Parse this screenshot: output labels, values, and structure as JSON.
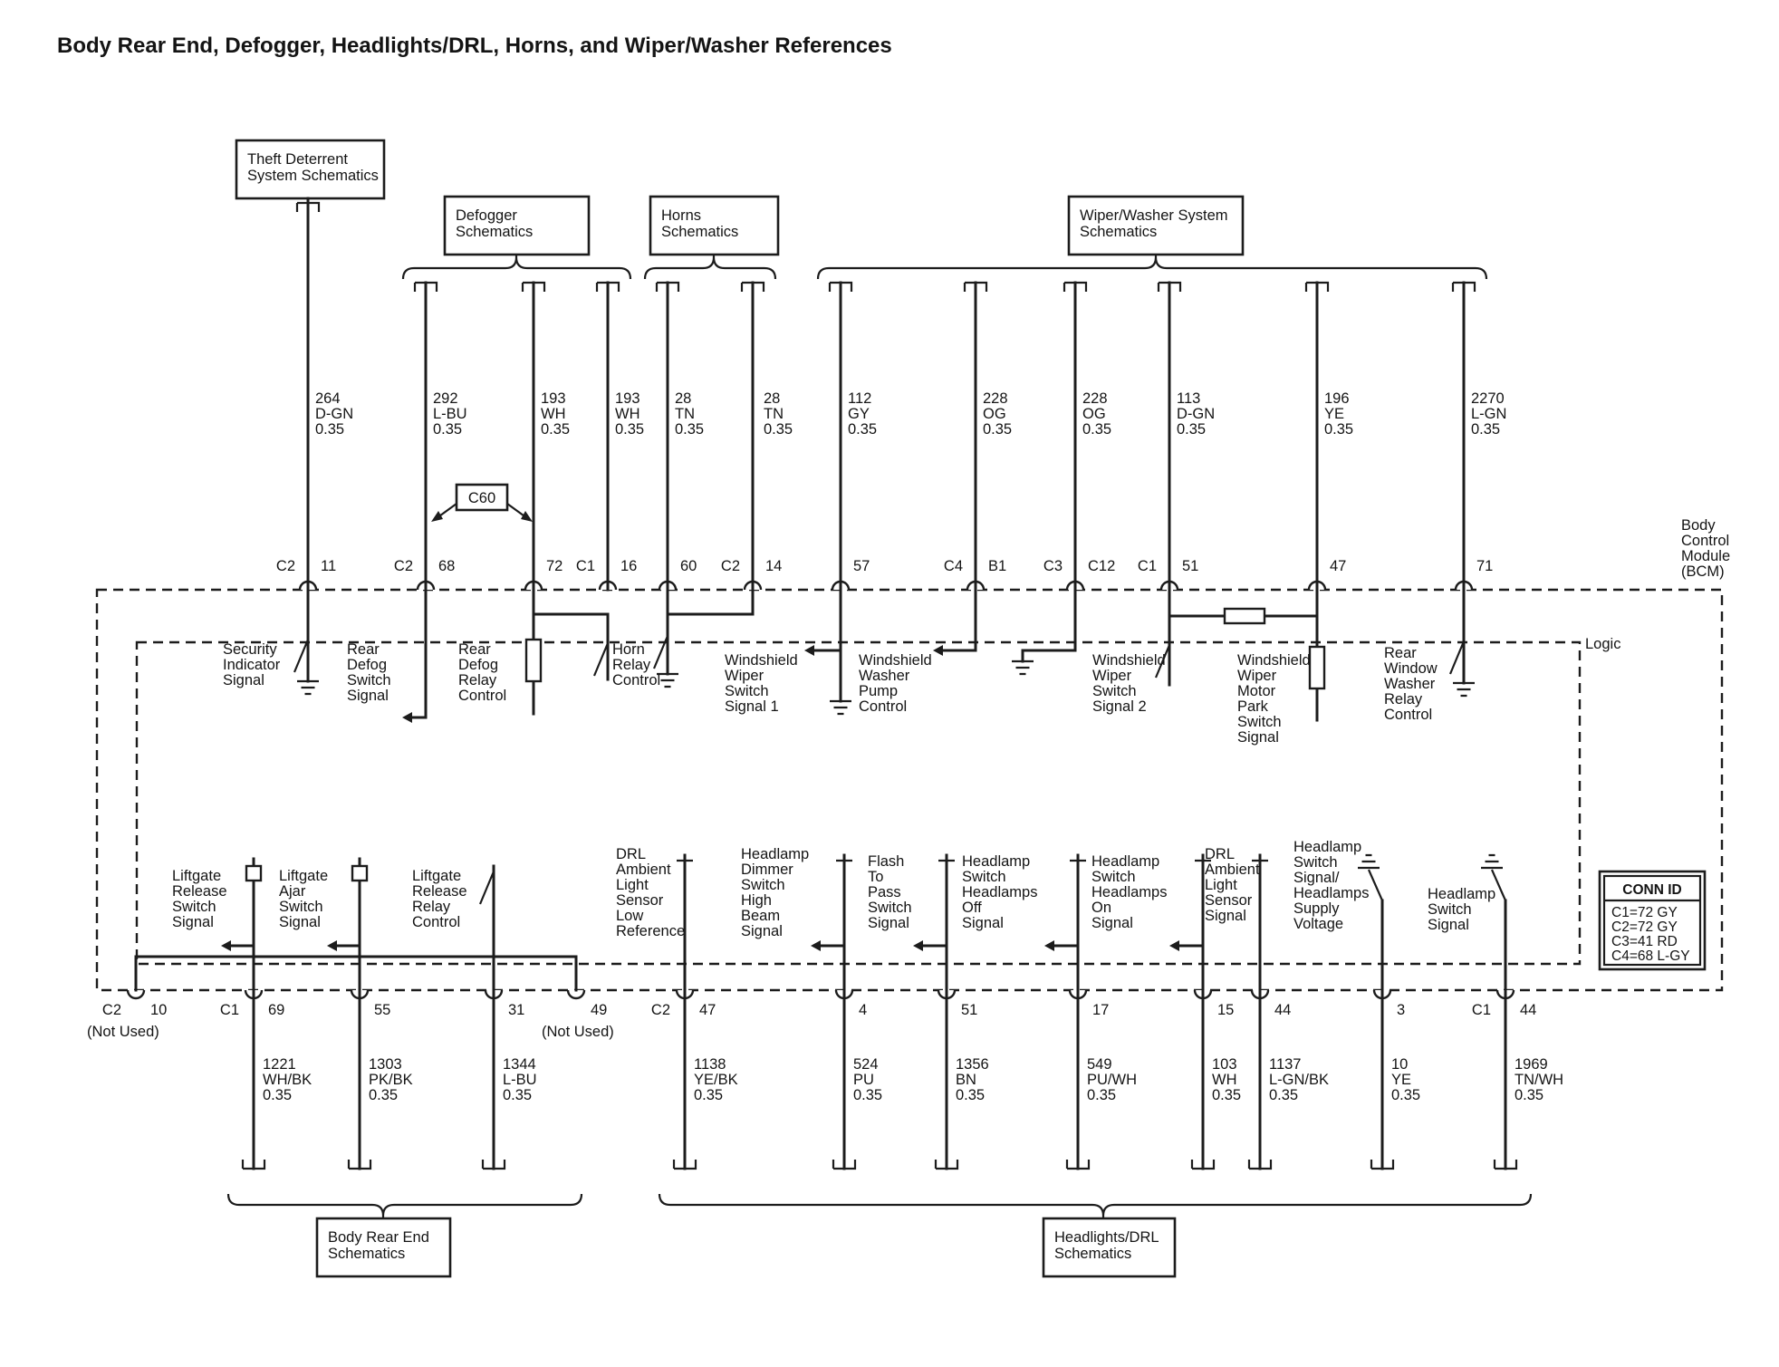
{
  "title": "Body Rear End, Defogger, Headlights/DRL, Horns, and Wiper/Washer References",
  "colors": {
    "ink": "#1c1c1c",
    "background": "#ffffff"
  },
  "ref_boxes": {
    "theft": "Theft Deterrent\nSystem Schematics",
    "defogger": "Defogger\nSchematics",
    "horns": "Horns\nSchematics",
    "wiper_washer": "Wiper/Washer System\nSchematics",
    "body_rear_end": "Body Rear End\nSchematics",
    "headlights_drl": "Headlights/DRL\nSchematics"
  },
  "module": {
    "name": "Body\nControl\nModule\n(BCM)",
    "logic": "Logic"
  },
  "inline_connector": "C60",
  "conn_id": {
    "title": "CONN ID",
    "entries": [
      "C1=72 GY",
      "C2=72 GY",
      "C3=41 RD",
      "C4=68 L-GY"
    ]
  },
  "top_wires": [
    {
      "conn": "C2",
      "pin": "11",
      "id": "264",
      "color": "D-GN",
      "size": "0.35"
    },
    {
      "conn": "C2",
      "pin": "68",
      "id": "292",
      "color": "L-BU",
      "size": "0.35"
    },
    {
      "pin": "72",
      "id": "193",
      "color": "WH",
      "size": "0.35"
    },
    {
      "conn": "C1",
      "pin": "16",
      "id": "193",
      "color": "WH",
      "size": "0.35"
    },
    {
      "pin": "60",
      "id": "28",
      "color": "TN",
      "size": "0.35"
    },
    {
      "conn": "C2",
      "pin": "14",
      "id": "28",
      "color": "TN",
      "size": "0.35"
    },
    {
      "pin": "57",
      "id": "112",
      "color": "GY",
      "size": "0.35"
    },
    {
      "conn": "C4",
      "pin": "B1",
      "id": "228",
      "color": "OG",
      "size": "0.35"
    },
    {
      "conn": "C3",
      "pin": "C12",
      "id": "228",
      "color": "OG",
      "size": "0.35"
    },
    {
      "conn": "C1",
      "pin": "51",
      "id": "113",
      "color": "D-GN",
      "size": "0.35"
    },
    {
      "pin": "47",
      "id": "196",
      "color": "YE",
      "size": "0.35"
    },
    {
      "pin": "71",
      "id": "2270",
      "color": "L-GN",
      "size": "0.35"
    }
  ],
  "top_signals": [
    "Security\nIndicator\nSignal",
    "Rear\nDefog\nSwitch\nSignal",
    "Rear\nDefog\nRelay\nControl",
    "Horn\nRelay\nControl",
    "Windshield\nWiper\nSwitch\nSignal 1",
    "Windshield\nWasher\nPump\nControl",
    "Windshield\nWiper\nSwitch\nSignal 2",
    "Windshield\nWiper\nMotor\nPark\nSwitch\nSignal",
    "Rear\nWindow\nWasher\nRelay\nControl"
  ],
  "bottom_signals": [
    "Liftgate\nRelease\nSwitch\nSignal",
    "Liftgate\nAjar\nSwitch\nSignal",
    "Liftgate\nRelease\nRelay\nControl",
    "DRL\nAmbient\nLight\nSensor\nLow\nReference",
    "Headlamp\nDimmer\nSwitch\nHigh\nBeam\nSignal",
    "Flash\nTo\nPass\nSwitch\nSignal",
    "Headlamp\nSwitch\nHeadlamps\nOff\nSignal",
    "Headlamp\nSwitch\nHeadlamps\nOn\nSignal",
    "DRL\nAmbient\nLight\nSensor\nSignal",
    "Headlamp\nSwitch\nSignal/\nHeadlamps\nSupply\nVoltage",
    "Headlamp\nSwitch\nSignal"
  ],
  "bottom_wires": [
    {
      "conn": "C2",
      "pin": "10",
      "note": "(Not Used)"
    },
    {
      "conn": "C1",
      "pin": "69",
      "id": "1221",
      "color": "WH/BK",
      "size": "0.35"
    },
    {
      "pin": "55",
      "id": "1303",
      "color": "PK/BK",
      "size": "0.35"
    },
    {
      "pin": "31",
      "id": "1344",
      "color": "L-BU",
      "size": "0.35"
    },
    {
      "pin": "49",
      "note": "(Not Used)"
    },
    {
      "conn": "C2",
      "pin": "47",
      "id": "1138",
      "color": "YE/BK",
      "size": "0.35"
    },
    {
      "pin": "4",
      "id": "524",
      "color": "PU",
      "size": "0.35"
    },
    {
      "pin": "51",
      "id": "1356",
      "color": "BN",
      "size": "0.35"
    },
    {
      "pin": "17",
      "id": "549",
      "color": "PU/WH",
      "size": "0.35"
    },
    {
      "pin": "15",
      "id": "103",
      "color": "WH",
      "size": "0.35"
    },
    {
      "pin": "44",
      "id": "1137",
      "color": "L-GN/BK",
      "size": "0.35"
    },
    {
      "pin": "3",
      "id": "10",
      "color": "YE",
      "size": "0.35"
    },
    {
      "conn": "C1",
      "pin": "44",
      "id": "1969",
      "color": "TN/WH",
      "size": "0.35"
    }
  ]
}
